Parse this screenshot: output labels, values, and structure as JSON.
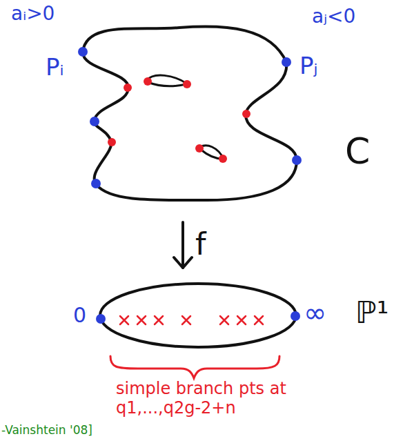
{
  "diagram": {
    "nodes": [
      {
        "text": [
          "C"
        ]
      },
      {
        "text": [
          "ℙ¹"
        ]
      }
    ],
    "edges": [
      {
        "from": 0,
        "to": 1,
        "label": "f",
        "arrow": "to"
      }
    ],
    "labels": [
      "aᵢ>0",
      "Pᵢ",
      "aⱼ<0",
      "Pⱼ",
      "0",
      "∞",
      "simple branch pts at q1,...,q2g-2+n",
      "-Vainshtein '08]"
    ]
  }
}
